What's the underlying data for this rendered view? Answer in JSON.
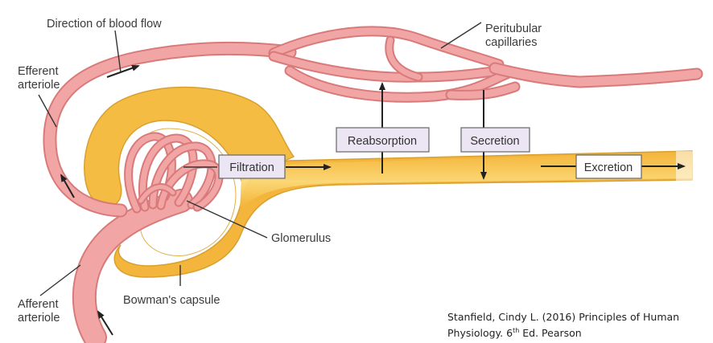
{
  "diagram": {
    "title": "Processes of the nephron: filtration, reabsorption, secretion, excretion",
    "labels": {
      "direction_of_blood_flow": "Direction of blood flow",
      "efferent_arteriole_line1": "Efferent",
      "efferent_arteriole_line2": "arteriole",
      "peritubular_line1": "Peritubular",
      "peritubular_line2": "capillaries",
      "glomerulus": "Glomerulus",
      "bowmans_capsule": "Bowman's capsule",
      "afferent_arteriole_line1": "Afferent",
      "afferent_arteriole_line2": "arteriole"
    },
    "process_boxes": {
      "filtration": "Filtration",
      "reabsorption": "Reabsorption",
      "secretion": "Secretion",
      "excretion": "Excretion"
    },
    "colors": {
      "vessel_fill": "#f0a0a0",
      "vessel_edge": "#d97a7a",
      "tubule_fill": "#f7c24a",
      "tubule_edge": "#d9a030",
      "box_fill_process": "#ece6f4",
      "box_fill_excretion": "#ffffff",
      "arrow": "#222222"
    }
  },
  "citation": {
    "line1": "Stanfield, Cindy L. (2016) Principles of Human",
    "line2_pre": "Physiology. 6",
    "line2_sup": "th",
    "line2_post": " Ed. Pearson"
  }
}
